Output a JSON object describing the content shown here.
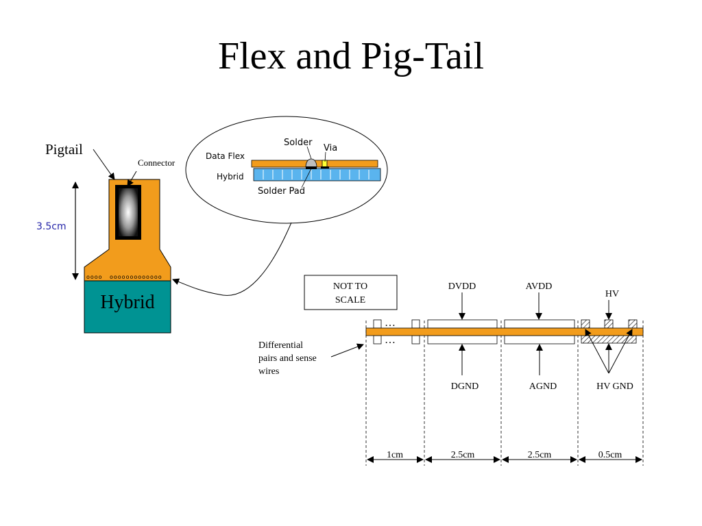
{
  "title": "Flex and Pig-Tail",
  "colors": {
    "flex_orange": "#f29c1c",
    "hybrid_teal": "#009393",
    "hybrid_blue": "#5ab4ee",
    "dimension_blue": "#2424a8"
  },
  "left_drawing": {
    "pigtail_label": "Pigtail",
    "connector_label": "Connector",
    "height_label": "3.5cm",
    "hybrid_label": "Hybrid",
    "pad_row_left": "oooo",
    "pad_row_right": "ooooooooooooo"
  },
  "inset": {
    "solder_label": "Solder",
    "via_label": "Via",
    "data_flex_label": "Data Flex",
    "hybrid_label": "Hybrid",
    "solder_pad_label": "Solder Pad"
  },
  "cross_section": {
    "not_to_scale_line1": "NOT TO",
    "not_to_scale_line2": "SCALE",
    "dvdd_label": "DVDD",
    "avdd_label": "AVDD",
    "hv_label": "HV",
    "dgnd_label": "DGND",
    "agnd_label": "AGND",
    "hv_gnd_label": "HV GND",
    "ellipsis": "…",
    "diff_pairs_line1": "Differential",
    "diff_pairs_line2": "pairs and sense",
    "diff_pairs_line3": "wires",
    "dimensions": [
      "1cm",
      "2.5cm",
      "2.5cm",
      "0.5cm"
    ]
  }
}
